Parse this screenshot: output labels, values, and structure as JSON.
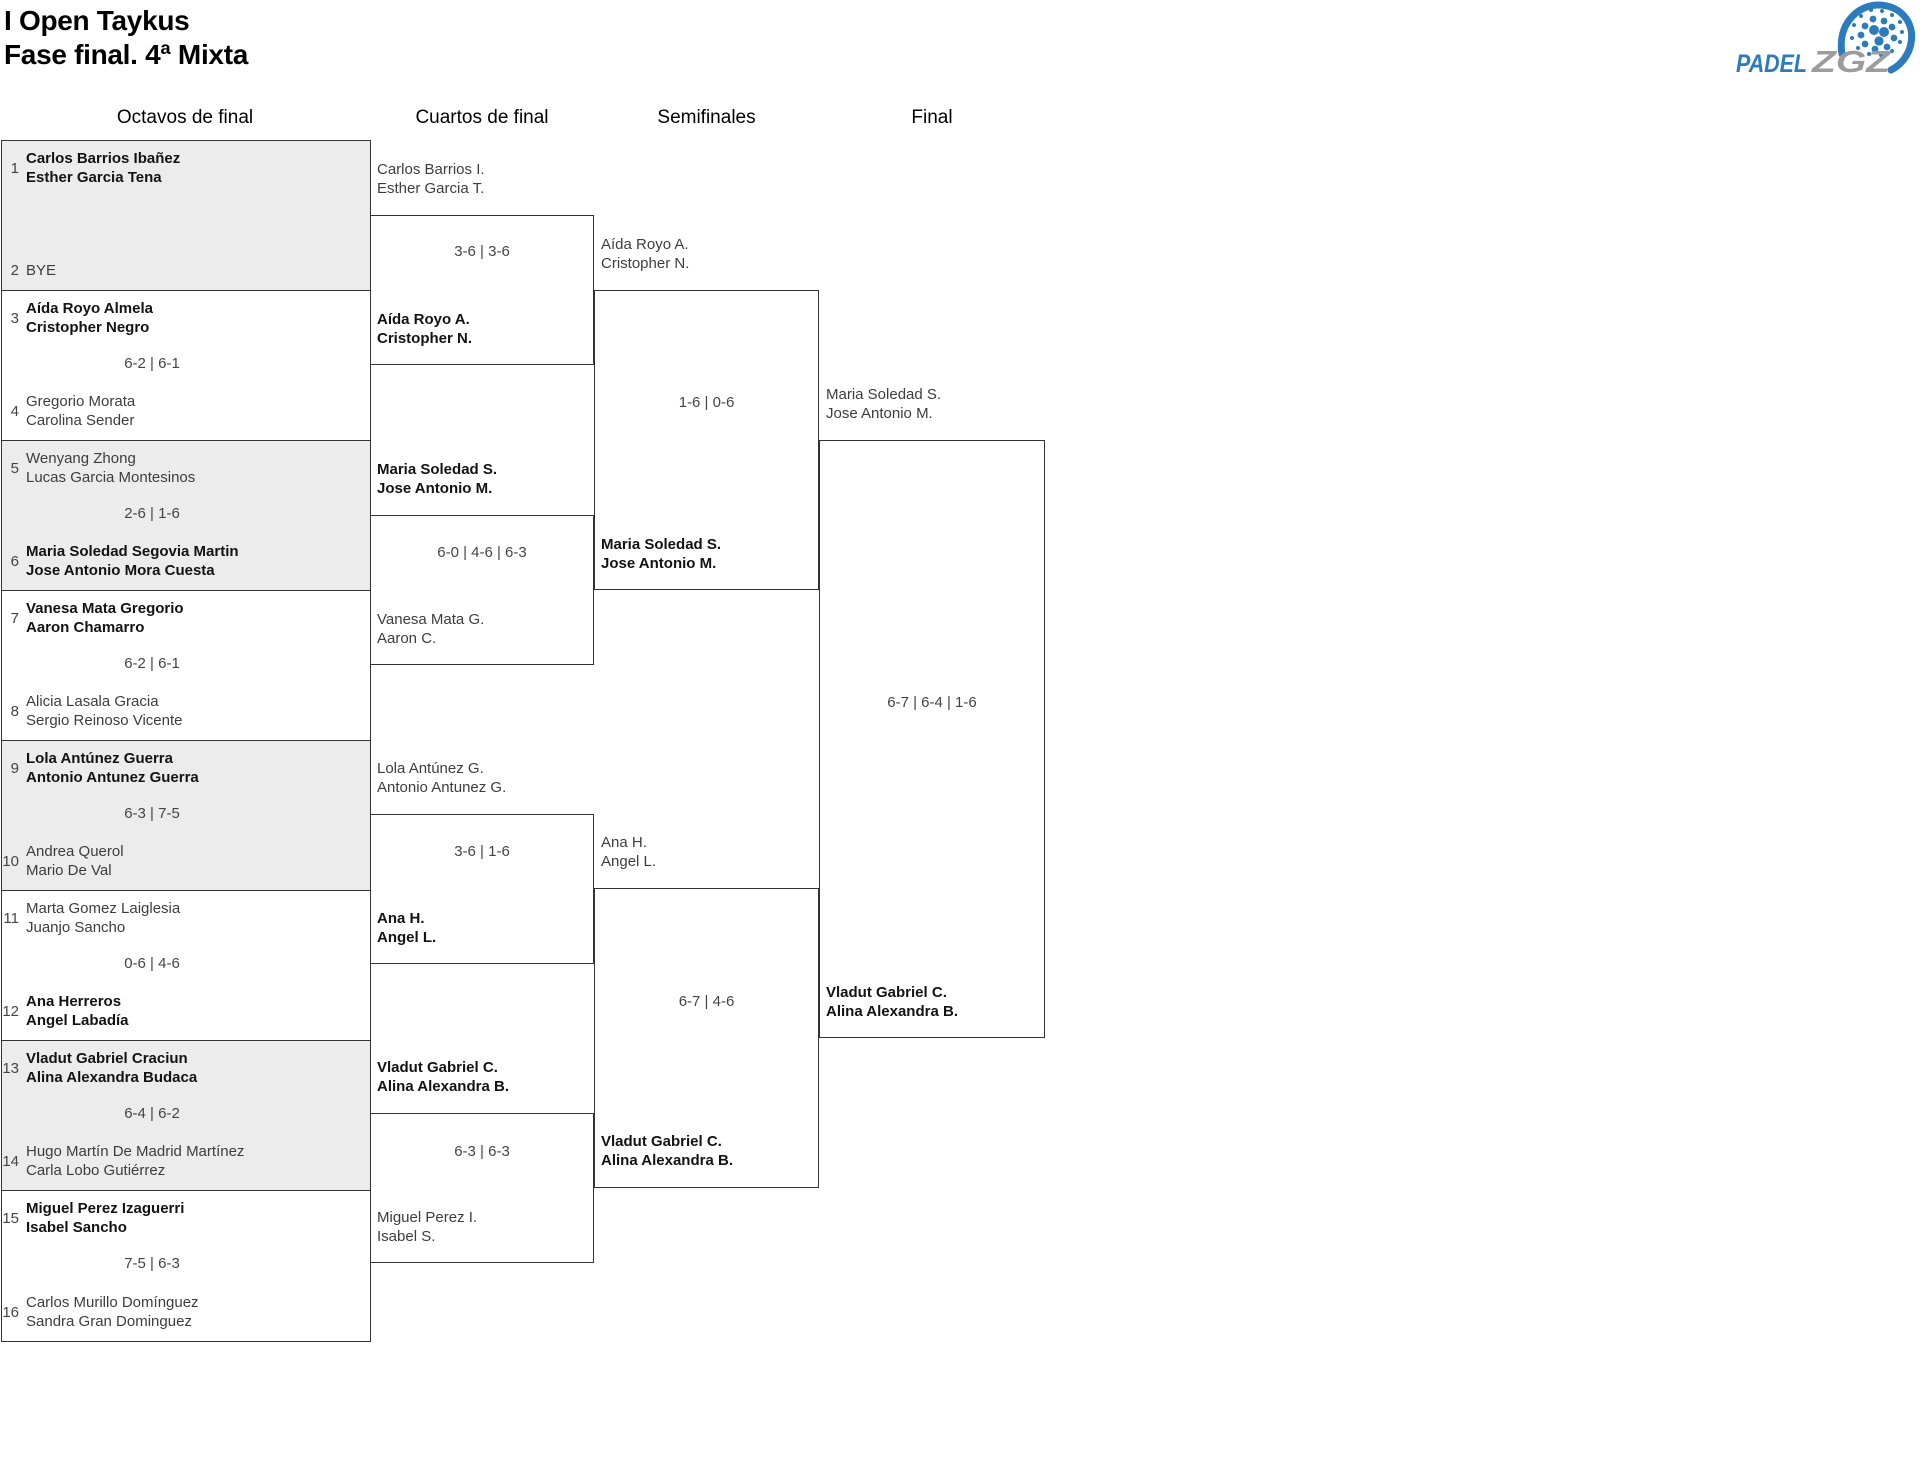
{
  "page": {
    "title": "I Open Taykus",
    "subtitle": "Fase final. 4ª Mixta"
  },
  "logo": {
    "brand_part1": "PADEL",
    "brand_part2": "ZGZ",
    "blue": "#2b7bbd",
    "gray": "#9c9c9c"
  },
  "colors": {
    "row_shade": "#ececec",
    "line": "#333333",
    "name_regular": "#3d3d3d",
    "name_winner": "#131313"
  },
  "round_headers": [
    "Octavos de final",
    "Cuartos de final",
    "Semifinales",
    "Final"
  ],
  "octavos": {
    "matches": [
      {
        "seed_top": "1",
        "top": {
          "lines": [
            "Carlos Barrios Ibañez",
            "Esther Garcia Tena"
          ],
          "winner": true
        },
        "seed_bottom": "2",
        "bottom": {
          "lines": [
            "BYE",
            ""
          ],
          "winner": false
        },
        "score": ""
      },
      {
        "seed_top": "3",
        "top": {
          "lines": [
            "Aída Royo Almela",
            "Cristopher Negro"
          ],
          "winner": true
        },
        "seed_bottom": "4",
        "bottom": {
          "lines": [
            "Gregorio Morata",
            "Carolina Sender"
          ],
          "winner": false
        },
        "score": "6-2 | 6-1"
      },
      {
        "seed_top": "5",
        "top": {
          "lines": [
            "Wenyang Zhong",
            "Lucas Garcia Montesinos"
          ],
          "winner": false
        },
        "seed_bottom": "6",
        "bottom": {
          "lines": [
            "Maria Soledad Segovia Martin",
            "Jose Antonio Mora Cuesta"
          ],
          "winner": true
        },
        "score": "2-6 | 1-6"
      },
      {
        "seed_top": "7",
        "top": {
          "lines": [
            "Vanesa Mata Gregorio",
            "Aaron Chamarro"
          ],
          "winner": true
        },
        "seed_bottom": "8",
        "bottom": {
          "lines": [
            "Alicia Lasala Gracia",
            "Sergio Reinoso Vicente"
          ],
          "winner": false
        },
        "score": "6-2 | 6-1"
      },
      {
        "seed_top": "9",
        "top": {
          "lines": [
            "Lola Antúnez Guerra",
            "Antonio Antunez Guerra"
          ],
          "winner": true
        },
        "seed_bottom": "10",
        "bottom": {
          "lines": [
            "Andrea Querol",
            "Mario De Val"
          ],
          "winner": false
        },
        "score": "6-3 | 7-5"
      },
      {
        "seed_top": "11",
        "top": {
          "lines": [
            "Marta Gomez Laiglesia",
            "Juanjo Sancho"
          ],
          "winner": false
        },
        "seed_bottom": "12",
        "bottom": {
          "lines": [
            "Ana Herreros",
            "Angel Labadía"
          ],
          "winner": true
        },
        "score": "0-6 | 4-6"
      },
      {
        "seed_top": "13",
        "top": {
          "lines": [
            "Vladut Gabriel Craciun",
            "Alina Alexandra Budaca"
          ],
          "winner": true
        },
        "seed_bottom": "14",
        "bottom": {
          "lines": [
            "Hugo Martín De Madrid Martínez",
            "Carla Lobo Gutiérrez"
          ],
          "winner": false
        },
        "score": "6-4 | 6-2"
      },
      {
        "seed_top": "15",
        "top": {
          "lines": [
            "Miguel Perez Izaguerri",
            "Isabel Sancho"
          ],
          "winner": true
        },
        "seed_bottom": "16",
        "bottom": {
          "lines": [
            "Carlos Murillo Domínguez",
            "Sandra Gran Dominguez"
          ],
          "winner": false
        },
        "score": "7-5 | 6-3"
      }
    ]
  },
  "cuartos": {
    "matches": [
      {
        "top": {
          "lines": [
            "Carlos Barrios I.",
            "Esther Garcia T."
          ],
          "winner": false
        },
        "bottom": {
          "lines": [
            "Aída Royo A.",
            "Cristopher N."
          ],
          "winner": true
        },
        "score": "3-6 | 3-6"
      },
      {
        "top": {
          "lines": [
            "Maria Soledad S.",
            "Jose Antonio M."
          ],
          "winner": true
        },
        "bottom": {
          "lines": [
            "Vanesa Mata G.",
            "Aaron C."
          ],
          "winner": false
        },
        "score": "6-0 | 4-6 | 6-3"
      },
      {
        "top": {
          "lines": [
            "Lola Antúnez G.",
            "Antonio Antunez G."
          ],
          "winner": false
        },
        "bottom": {
          "lines": [
            "Ana H.",
            "Angel L."
          ],
          "winner": true
        },
        "score": "3-6 | 1-6"
      },
      {
        "top": {
          "lines": [
            "Vladut Gabriel C.",
            "Alina Alexandra B."
          ],
          "winner": true
        },
        "bottom": {
          "lines": [
            "Miguel Perez I.",
            "Isabel S."
          ],
          "winner": false
        },
        "score": "6-3 | 6-3"
      }
    ]
  },
  "semifinales": {
    "matches": [
      {
        "top": {
          "lines": [
            "Aída Royo A.",
            "Cristopher N."
          ],
          "winner": false
        },
        "bottom": {
          "lines": [
            "Maria Soledad S.",
            "Jose Antonio M."
          ],
          "winner": true
        },
        "score": "1-6 | 0-6"
      },
      {
        "top": {
          "lines": [
            "Ana H.",
            "Angel L."
          ],
          "winner": false
        },
        "bottom": {
          "lines": [
            "Vladut Gabriel C.",
            "Alina Alexandra B."
          ],
          "winner": true
        },
        "score": "6-7 | 4-6"
      }
    ]
  },
  "final": {
    "match": {
      "top": {
        "lines": [
          "Maria Soledad S.",
          "Jose Antonio M."
        ],
        "winner": false
      },
      "bottom": {
        "lines": [
          "Vladut Gabriel C.",
          "Alina Alexandra B."
        ],
        "winner": true
      },
      "score": "6-7 | 6-4 | 1-6"
    }
  }
}
